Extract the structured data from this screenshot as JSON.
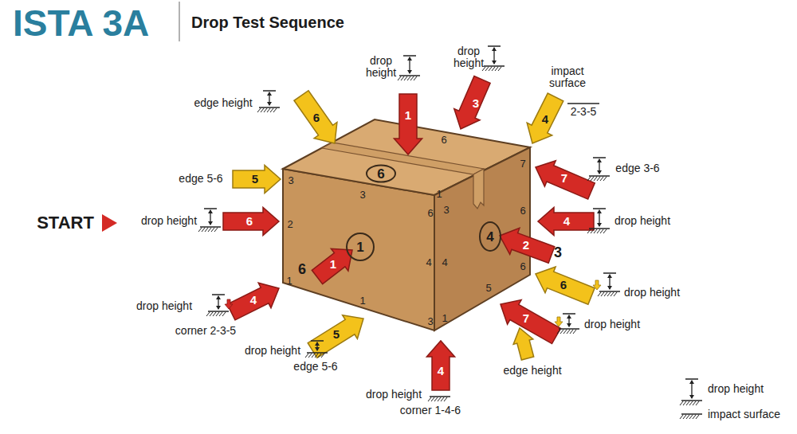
{
  "diagram": {
    "title": "ISTA 3A",
    "nodes": [
      {
        "text": [
          "6"
        ]
      },
      {
        "text": [
          "1"
        ]
      },
      {
        "text": [
          "4"
        ]
      }
    ],
    "labels": [
      "Drop Test Sequence",
      "drop height",
      "1",
      "drop height",
      "3",
      "impact surface",
      "2-3-5",
      "4",
      "edge height",
      "6",
      "edge 5-6",
      "5",
      "START",
      "drop height",
      "6",
      "drop height",
      "corner 2-3-5",
      "4",
      "drop height",
      "edge 5-6",
      "5",
      "drop height",
      "corner 1-4-6",
      "4",
      "edge height",
      "7",
      "drop height",
      "6",
      "drop height",
      "2",
      "3",
      "drop height",
      "4",
      "edge 3-6",
      "7",
      "1",
      "6",
      "6",
      "3",
      "3",
      "1",
      "6",
      "3",
      "2",
      "1",
      "4",
      "4",
      "1",
      "3",
      "1",
      "7",
      "6",
      "6",
      "5"
    ],
    "legend": [
      {
        "text": "drop height"
      },
      {
        "text": "impact surface"
      }
    ]
  }
}
